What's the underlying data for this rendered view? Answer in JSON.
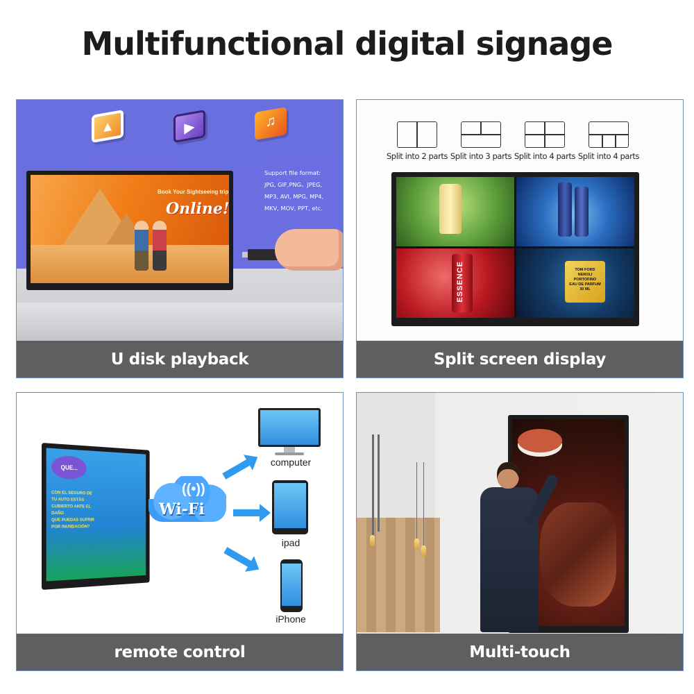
{
  "title": "Multifunctional digital signage",
  "panels": {
    "u_disk": {
      "caption": "U disk playback",
      "formats_heading": "Support file format:",
      "formats_lines": [
        "JPG, GIF,PNG、JPEG,",
        "MP3, AVI, MPG, MP4,",
        "MKV, MOV, PPT, etc."
      ],
      "screen_tagline": "Book Your Sightseeing trip",
      "screen_headline": "Online!",
      "icons": [
        "image-icon",
        "video-icon",
        "music-icon"
      ]
    },
    "split": {
      "caption": "Split screen display",
      "options": [
        "Split into 2 parts",
        "Split into 3 parts",
        "Split into 4 parts",
        "Split into 4 parts"
      ],
      "product_text_essence": "ESSENCE",
      "product_text_tomford": [
        "TOM FORD",
        "NEROLI",
        "PORTOFINO",
        "EAU DE PARFUM",
        "30 ML"
      ]
    },
    "remote": {
      "caption": "remote control",
      "wifi_label": "Wi-Fi",
      "devices": [
        "computer",
        "ipad",
        "iPhone"
      ],
      "screen_bubble": "QUE...",
      "screen_text": [
        "CON EL SEGURO DE",
        "TU AUTO ESTÁS",
        "CUBIERTO ANTE EL DAÑO",
        "QUE PUEDAS SUFRIR",
        "POR INUNDACIÓN?"
      ]
    },
    "touch": {
      "caption": "Multi-touch"
    }
  }
}
